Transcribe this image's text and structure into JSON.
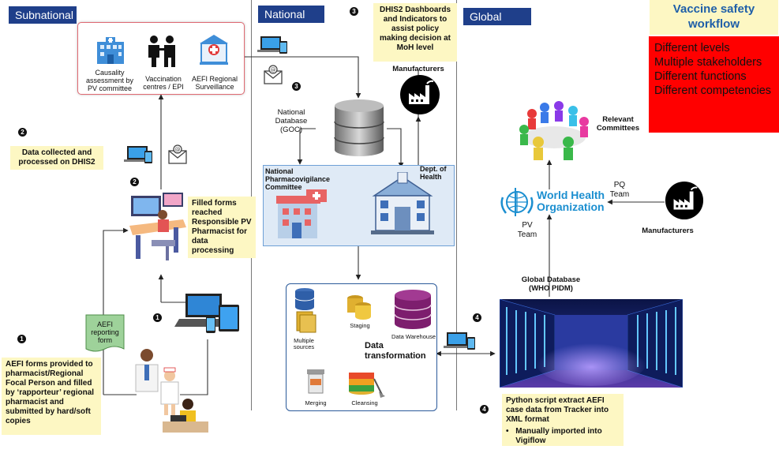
{
  "lanes": {
    "subnational": "Subnational",
    "national": "National",
    "global": "Global"
  },
  "title": "Vaccine safety workflow",
  "red_box": {
    "lines": [
      "Different levels",
      "Multiple stakeholders",
      "Different functions",
      "Different competencies"
    ]
  },
  "subnational": {
    "causality": "Causality assessment by PV committee",
    "vaccination": "Vaccination centres / EPI",
    "aefi_regional": "AEFI Regional Surveillance",
    "data_collected": "Data collected and processed on DHIS2",
    "filled_forms": "Filled forms reached Responsible PV Pharmacist for data processing",
    "aefi_form": "AEFI reporting form",
    "aefi_forms_note": "AEFI forms  provided to pharmacist/Regional Focal Person and filled by ‘rapporteur’ regional pharmacist and submitted by hard/soft copies"
  },
  "national": {
    "dhis2_note": "DHIS2 Dashboards and Indicators to assist policy making decision at MoH level",
    "manufacturers": "Manufacturers",
    "database": "National Database (GOC)",
    "committee": "National Pharmacovigilance Committee",
    "dept_health": "Dept. of Health",
    "multiple_sources": "Multiple sources",
    "staging": "Staging",
    "data_warehouse": "Data Warehouse",
    "data_transformation": "Data transformation",
    "merging": "Merging",
    "cleansing": "Cleansing"
  },
  "global": {
    "relevant_committees": "Relevant Committees",
    "who_line1": "World Health",
    "who_line2": "Organization",
    "pq_team": "PQ Team",
    "pv_team": "PV Team",
    "manufacturers": "Manufacturers",
    "global_db": "Global Database (WHO PIDM)",
    "python_note": "Python script extract AEFI case data from Tracker into XML format",
    "python_bullet": "Manually imported into Vigiflow"
  },
  "steps": {
    "one": "1",
    "two": "2",
    "three": "3",
    "four": "4"
  },
  "colors": {
    "lane": "#1f3f8a",
    "red": "#ff0000",
    "note": "#fdf7c3",
    "title": "#1f5fa8"
  }
}
